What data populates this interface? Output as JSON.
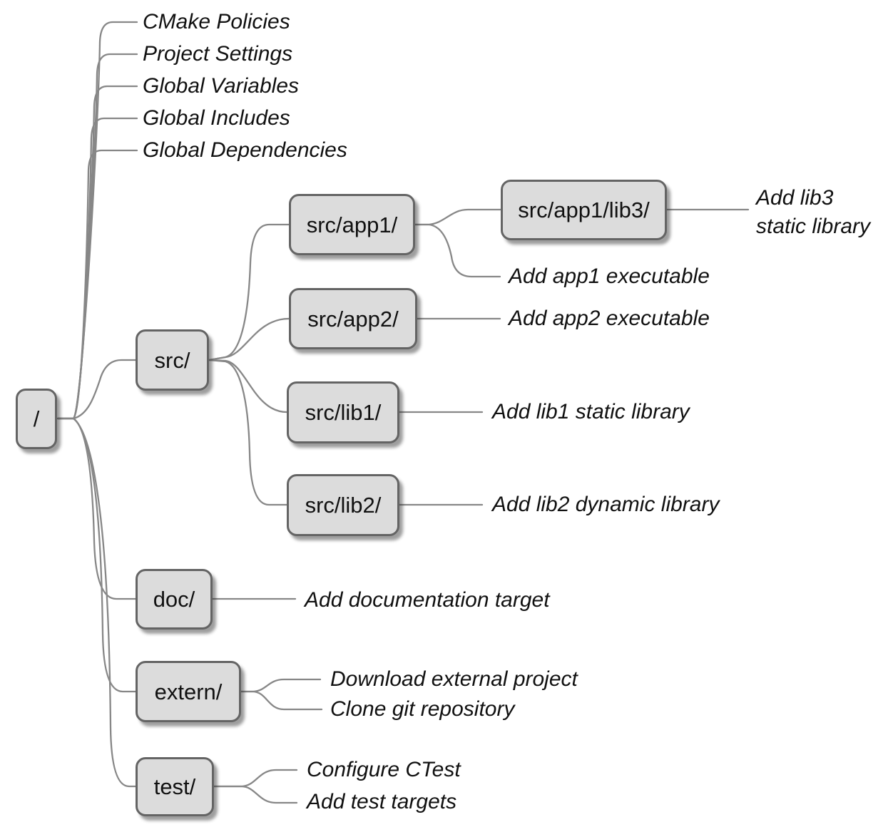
{
  "diagram": {
    "title": "CMake project directory structure diagram",
    "colors": {
      "box_fill": "#dcdcdc",
      "box_border": "#646464",
      "edge_line": "#878787",
      "text": "#111111",
      "background": "#ffffff"
    },
    "nodes": [
      {
        "id": "root",
        "label": "/"
      },
      {
        "id": "src",
        "label": "src/"
      },
      {
        "id": "src-app1",
        "label": "src/app1/"
      },
      {
        "id": "src-app1-lib3",
        "label": "src/app1/lib3/"
      },
      {
        "id": "src-app2",
        "label": "src/app2/"
      },
      {
        "id": "src-lib1",
        "label": "src/lib1/"
      },
      {
        "id": "src-lib2",
        "label": "src/lib2/"
      },
      {
        "id": "doc",
        "label": "doc/"
      },
      {
        "id": "extern",
        "label": "extern/"
      },
      {
        "id": "test",
        "label": "test/"
      }
    ],
    "annotations": [
      {
        "id": "cmake-policies",
        "label": "CMake Policies"
      },
      {
        "id": "project-settings",
        "label": "Project Settings"
      },
      {
        "id": "global-variables",
        "label": "Global Variables"
      },
      {
        "id": "global-includes",
        "label": "Global Includes"
      },
      {
        "id": "global-dependencies",
        "label": "Global Dependencies"
      },
      {
        "id": "add-lib3",
        "label": "Add lib3\nstatic library"
      },
      {
        "id": "add-app1",
        "label": "Add app1 executable"
      },
      {
        "id": "add-app2",
        "label": "Add app2 executable"
      },
      {
        "id": "add-lib1",
        "label": "Add lib1 static library"
      },
      {
        "id": "add-lib2",
        "label": "Add lib2 dynamic library"
      },
      {
        "id": "add-doc",
        "label": "Add documentation target"
      },
      {
        "id": "download-external",
        "label": "Download external project"
      },
      {
        "id": "clone-git",
        "label": "Clone git repository"
      },
      {
        "id": "configure-ctest",
        "label": "Configure CTest"
      },
      {
        "id": "add-test",
        "label": "Add test targets"
      }
    ]
  }
}
